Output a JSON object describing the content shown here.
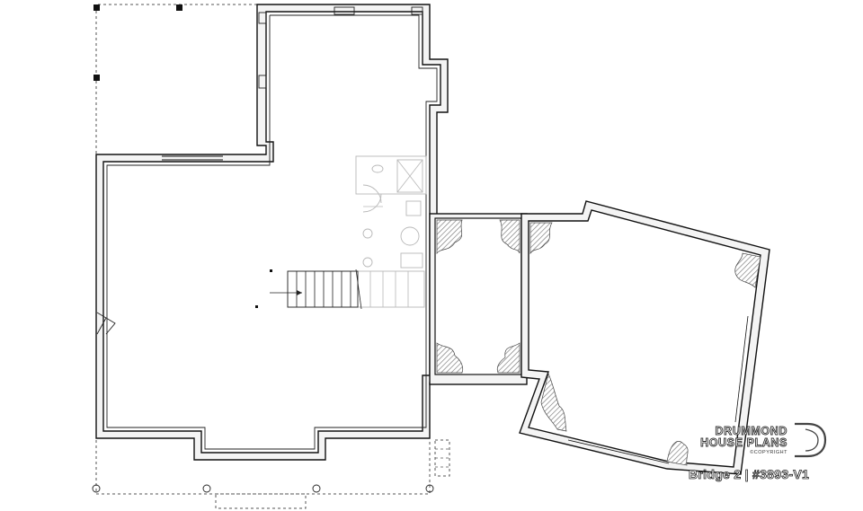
{
  "branding": {
    "line1": "DRUMMOND",
    "line2": "HOUSE PLANS",
    "copyright": "©COPYRIGHT",
    "logo_mark": "d-mark-icon"
  },
  "caption": {
    "text": "Bridge 2 | #3893-V1"
  },
  "colors": {
    "wall": "#111111",
    "wall_fill": "#f4f4f4",
    "hatch": "#666666",
    "background": "#ffffff"
  }
}
